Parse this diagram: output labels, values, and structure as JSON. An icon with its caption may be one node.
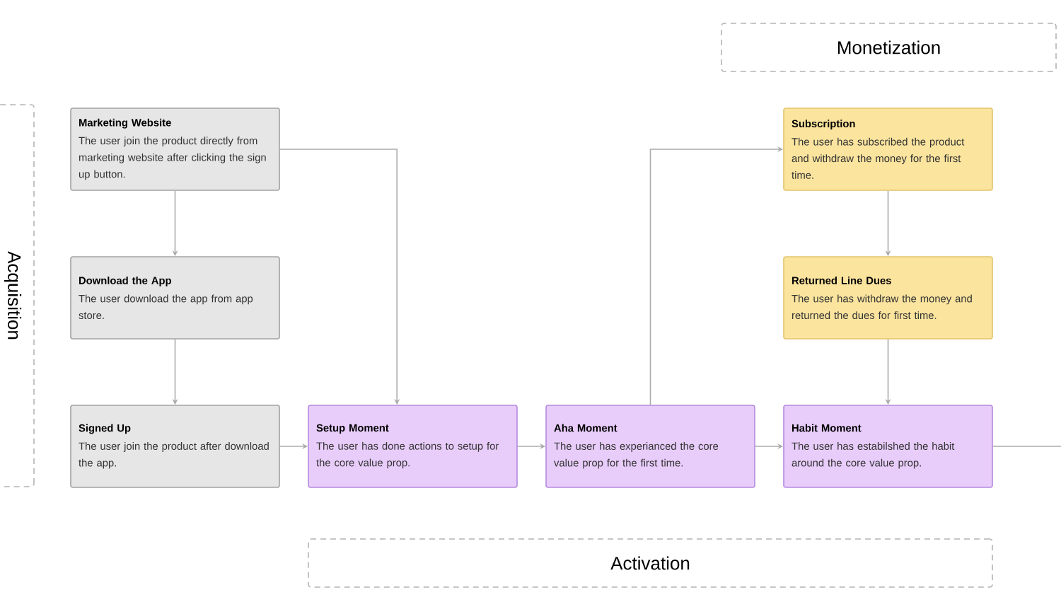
{
  "diagram": {
    "nodes": [
      {
        "text": [
          "Monetization"
        ]
      },
      {
        "text": [
          "Acquisition"
        ]
      },
      {
        "text": [
          "Marketing Website",
          "The user join the product directly from marketing website after clicking the sign up button."
        ]
      },
      {
        "text": [
          "Subscription",
          "The user has subscribed the product and withdraw the money for the first time."
        ]
      },
      {
        "text": [
          "Download the App",
          "The user download the app from app store."
        ]
      },
      {
        "text": [
          "Returned Line Dues",
          "The user has withdraw the money and returned the dues for first time."
        ]
      },
      {
        "text": [
          "Signed Up",
          "The user join the product after download the app."
        ]
      },
      {
        "text": [
          "Setup Moment",
          "The user has done actions to setup for the core value prop."
        ]
      },
      {
        "text": [
          "Aha Moment",
          "The user has experianced the core value prop for the first time."
        ]
      },
      {
        "text": [
          "Habit Moment",
          "The user has estabilshed the habit around the core value prop."
        ]
      },
      {
        "text": [
          "Activation"
        ]
      }
    ],
    "edges": [
      {
        "from": 2,
        "to": 4,
        "arrow": "to"
      },
      {
        "from": 4,
        "to": 6,
        "arrow": "to"
      },
      {
        "from": 6,
        "to": 7,
        "arrow": "to"
      },
      {
        "from": 2,
        "to": 7,
        "arrow": "to"
      },
      {
        "from": 7,
        "to": 8,
        "arrow": "to"
      },
      {
        "from": 8,
        "to": 3,
        "arrow": "to"
      },
      {
        "from": 3,
        "to": 5,
        "arrow": "to"
      },
      {
        "from": 5,
        "to": 9,
        "arrow": "to"
      },
      {
        "from": 8,
        "to": 9,
        "arrow": "to"
      },
      {
        "from": 9,
        "to": null,
        "arrow": "none"
      }
    ]
  }
}
